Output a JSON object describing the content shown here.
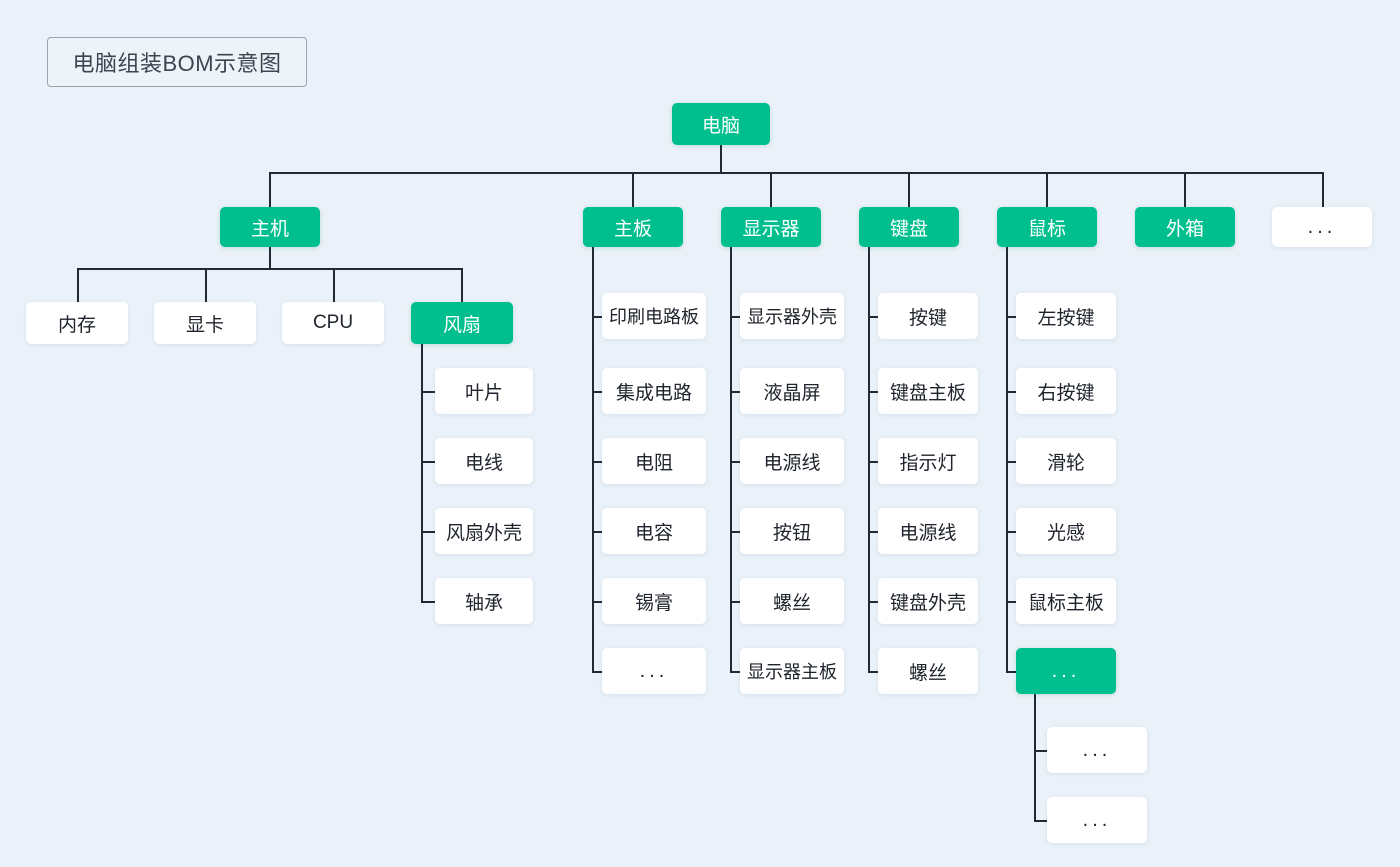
{
  "diagram": {
    "title": "电脑组装BOM示意图",
    "type": "bom-tree",
    "colors": {
      "background": "#eaf1f8",
      "accent_green": "#00bf8f",
      "node_white": "#ffffff",
      "line": "#1f2a33",
      "title_border": "#9aa3ae",
      "text_dark": "#20252d",
      "text_light": "#ffffff"
    },
    "ellipsis_label": "...",
    "root": {
      "label": "电脑",
      "style": "green"
    },
    "level1": [
      {
        "label": "主机",
        "style": "green"
      },
      {
        "label": "主板",
        "style": "green"
      },
      {
        "label": "显示器",
        "style": "green"
      },
      {
        "label": "键盘",
        "style": "green"
      },
      {
        "label": "鼠标",
        "style": "green"
      },
      {
        "label": "外箱",
        "style": "green"
      },
      {
        "label": "...",
        "style": "white"
      }
    ],
    "host_children": [
      {
        "label": "内存",
        "style": "white"
      },
      {
        "label": "显卡",
        "style": "white"
      },
      {
        "label": "CPU",
        "style": "white"
      },
      {
        "label": "风扇",
        "style": "green"
      }
    ],
    "fan_children": [
      {
        "label": "叶片",
        "style": "white"
      },
      {
        "label": "电线",
        "style": "white"
      },
      {
        "label": "风扇外壳",
        "style": "white"
      },
      {
        "label": "轴承",
        "style": "white"
      }
    ],
    "mainboard_children": [
      {
        "label": "印刷电路板",
        "style": "white"
      },
      {
        "label": "集成电路",
        "style": "white"
      },
      {
        "label": "电阻",
        "style": "white"
      },
      {
        "label": "电容",
        "style": "white"
      },
      {
        "label": "锡膏",
        "style": "white"
      },
      {
        "label": "...",
        "style": "white"
      }
    ],
    "monitor_children": [
      {
        "label": "显示器外壳",
        "style": "white"
      },
      {
        "label": "液晶屏",
        "style": "white"
      },
      {
        "label": "电源线",
        "style": "white"
      },
      {
        "label": "按钮",
        "style": "white"
      },
      {
        "label": "螺丝",
        "style": "white"
      },
      {
        "label": "显示器主板",
        "style": "white"
      }
    ],
    "keyboard_children": [
      {
        "label": "按键",
        "style": "white"
      },
      {
        "label": "键盘主板",
        "style": "white"
      },
      {
        "label": "指示灯",
        "style": "white"
      },
      {
        "label": "电源线",
        "style": "white"
      },
      {
        "label": "键盘外壳",
        "style": "white"
      },
      {
        "label": "螺丝",
        "style": "white"
      }
    ],
    "mouse_children": [
      {
        "label": "左按键",
        "style": "white"
      },
      {
        "label": "右按键",
        "style": "white"
      },
      {
        "label": "滑轮",
        "style": "white"
      },
      {
        "label": "光感",
        "style": "white"
      },
      {
        "label": "鼠标主板",
        "style": "white"
      },
      {
        "label": "...",
        "style": "green"
      }
    ],
    "mouse_more_children": [
      {
        "label": "...",
        "style": "white"
      },
      {
        "label": "...",
        "style": "white"
      }
    ]
  }
}
